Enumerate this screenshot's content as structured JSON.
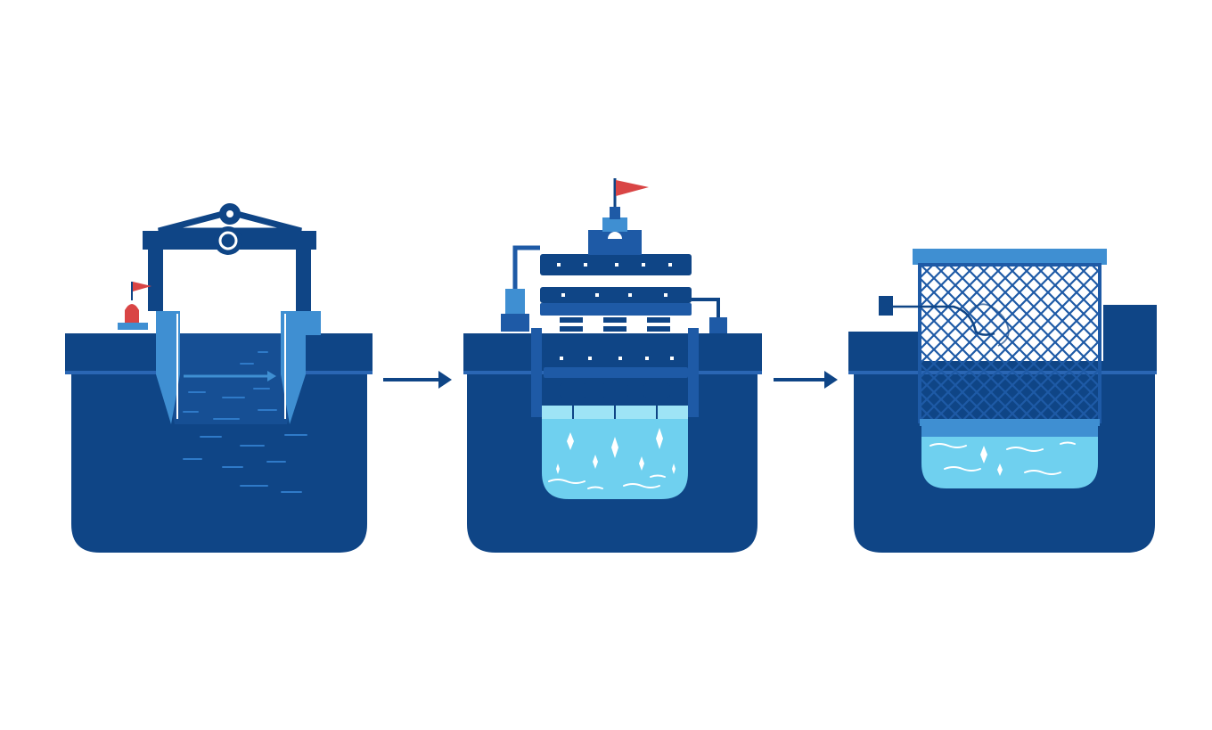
{
  "diagram": {
    "stages": [
      {
        "icon": "gate-lift-tank-icon"
      },
      {
        "icon": "filter-press-tank-icon"
      },
      {
        "icon": "mesh-screen-tank-icon"
      }
    ],
    "arrows": [
      {
        "from": 0,
        "to": 1
      },
      {
        "from": 1,
        "to": 2
      }
    ],
    "colors": {
      "background": "#ffffff",
      "dark_blue": "#0f4586",
      "mid_blue": "#1e5aa6",
      "light_blue": "#3f8fd2",
      "water": "#6fd0ef",
      "water_light": "#9ee4f6",
      "flag": "#d94545",
      "white": "#ffffff"
    }
  }
}
